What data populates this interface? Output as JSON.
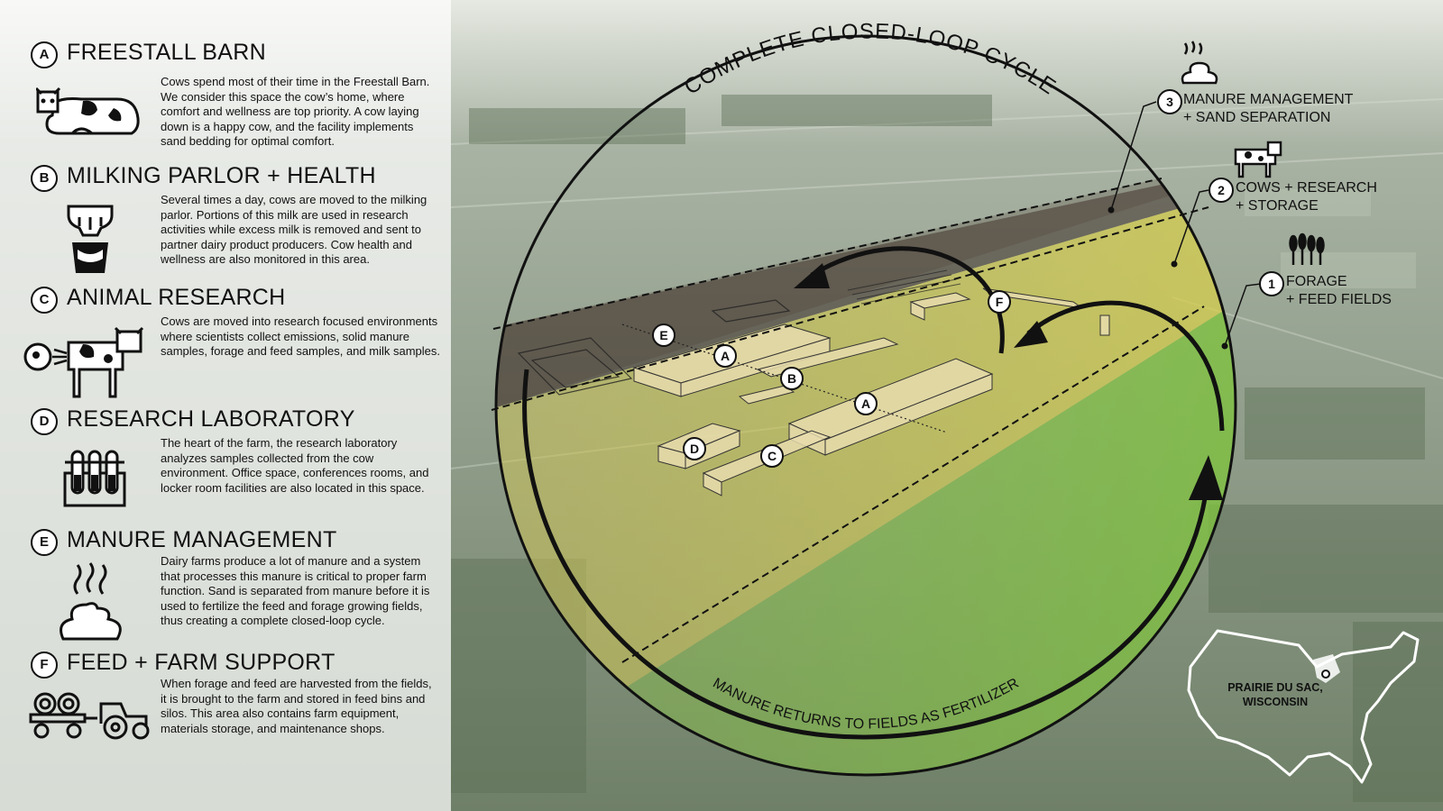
{
  "sections": [
    {
      "letter": "A",
      "title": "FREESTALL BARN",
      "icon": "cow-lying-icon",
      "body": "Cows spend most of their time in the Freestall Barn. We consider this space the cow’s home, where comfort and wellness are top priority. A cow laying down is a happy cow, and the facility implements sand bedding for optimal comfort."
    },
    {
      "letter": "B",
      "title": "MILKING PARLOR + HEALTH",
      "icon": "milk-bucket-icon",
      "body": "Several times a day, cows are moved to the milking parlor. Portions of this milk are used in research activities while excess milk is removed and sent to partner dairy product producers. Cow health and wellness are also monitored in this area."
    },
    {
      "letter": "C",
      "title": "ANIMAL RESEARCH",
      "icon": "cow-emissions-icon",
      "body": "Cows are moved into research focused environments where scientists collect emissions, solid manure samples, forage and feed samples, and milk samples."
    },
    {
      "letter": "D",
      "title": "RESEARCH LABORATORY",
      "icon": "test-tubes-icon",
      "body": "The heart of the farm, the research laboratory analyzes samples collected from the cow environment. Office space, conferences rooms, and locker room facilities are also located in this space."
    },
    {
      "letter": "E",
      "title": "MANURE MANAGEMENT",
      "icon": "manure-icon",
      "body": "Dairy farms produce a lot of manure and a system that processes this manure is critical to proper farm function. Sand is separated from manure before it is used to fertilize the feed and forage growing fields, thus creating a complete closed-loop cycle."
    },
    {
      "letter": "F",
      "title": "FEED + FARM SUPPORT",
      "icon": "tractor-hay-icon",
      "body": "When forage and feed are harvested from the fields, it is brought to the farm and stored in feed bins and silos. This area also contains farm equipment, materials storage, and maintenance shops."
    }
  ],
  "cycle": {
    "top_label": "COMPLETE CLOSED-LOOP CYCLE",
    "bottom_label": "MANURE RETURNS TO FIELDS AS FERTILIZER"
  },
  "zones": [
    {
      "number": "3",
      "line1": "MANURE MANAGEMENT",
      "line2": "+ SAND SEPARATION",
      "icon": "manure-icon"
    },
    {
      "number": "2",
      "line1": "COWS + RESEARCH",
      "line2": "+ STORAGE",
      "icon": "cow-icon"
    },
    {
      "number": "1",
      "line1": "FORAGE",
      "line2": "+ FEED FIELDS",
      "icon": "wheat-icon"
    }
  ],
  "markers": [
    "E",
    "A",
    "B",
    "A",
    "D",
    "C",
    "F"
  ],
  "location": {
    "line1": "PRAIRIE DU SAC,",
    "line2": "WISCONSIN"
  },
  "colors": {
    "zone_manure": "#4a3a30",
    "zone_cows": "#d8cc55",
    "zone_fields": "#88c048",
    "ink": "#111111"
  }
}
